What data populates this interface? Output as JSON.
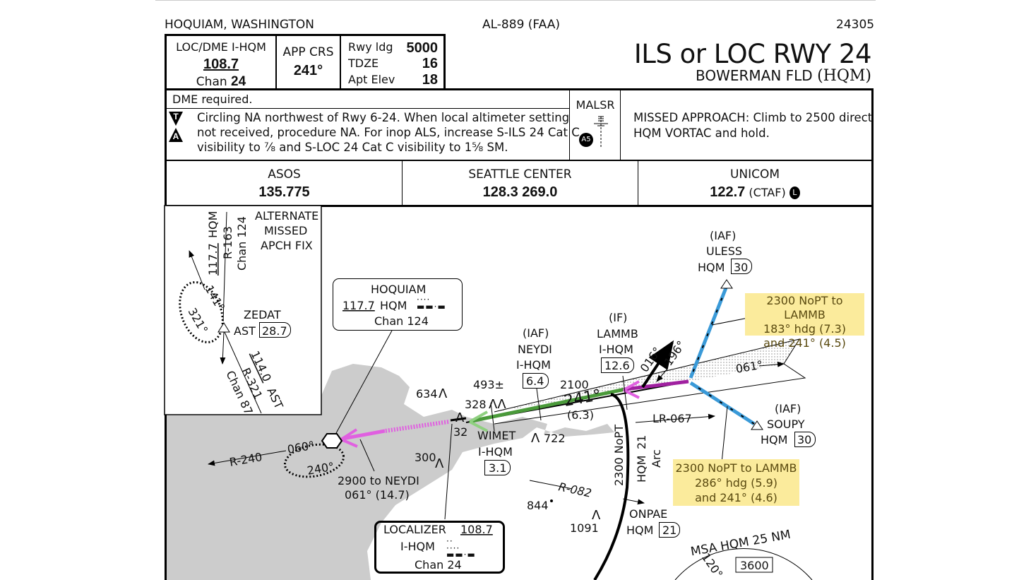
{
  "header": {
    "location": "HOQUIAM, WASHINGTON",
    "chart_id": "AL-889 (FAA)",
    "cycle": "24305",
    "title": "ILS or LOC RWY 24",
    "airport": "BOWERMAN FLD",
    "airport_id": "(HQM)"
  },
  "briefing": {
    "loc_label": "LOC/DME  I-HQM",
    "loc_freq": "108.7",
    "chan_label": "Chan",
    "chan_value": "24",
    "app_crs_label": "APP CRS",
    "app_crs_value": "241°",
    "rwy_ldg_label": "Rwy ldg",
    "rwy_ldg_value": "5000",
    "tdze_label": "TDZE",
    "tdze_value": "16",
    "apt_elev_label": "Apt Elev",
    "apt_elev_value": "18"
  },
  "notes": {
    "dme": "DME required.",
    "line1": "Circling NA northwest of Rwy 6-24.  When local altimeter setting",
    "line2": "not received, procedure NA.  For inop ALS, increase S-ILS 24 Cat C",
    "line3": "visibility to ⅞ and S-LOC 24 Cat C visibility to 1⅝ SM.",
    "t_symbol": "T",
    "a_symbol": "A",
    "lighting": "MALSR",
    "a5_symbol": "A5",
    "missed_line1": "MISSED APPROACH: Climb to 2500 direct",
    "missed_line2": "HQM VORTAC and hold."
  },
  "comms": [
    {
      "name": "ASOS",
      "freq": "135.775",
      "extra": ""
    },
    {
      "name": "SEATTLE CENTER",
      "freq": "128.3  269.0",
      "extra": ""
    },
    {
      "name": "UNICOM",
      "freq": "122.7",
      "extra": "(CTAF)",
      "badge": "L"
    }
  ],
  "inset": {
    "title1": "ALTERNATE",
    "title2": "MISSED",
    "title3": "APCH FIX",
    "hqm_freq": "117.7",
    "hqm_id": "HQM",
    "r163": "R-163",
    "chan124": "Chan 124",
    "hold_out": "141°",
    "hold_in": "321°",
    "fix": "ZEDAT",
    "fix_nav": "AST",
    "fix_dme": "28.7",
    "ast_freq": "114.0",
    "ast_id": "AST",
    "r321": "R-321",
    "chan87": "Chan 87"
  },
  "plan": {
    "vortac_box": {
      "name": "HOQUIAM",
      "freq": "117.7",
      "id": "HQM",
      "chan": "Chan 124"
    },
    "loc_box": {
      "name": "LOCALIZER",
      "freq": "108.7",
      "id": "I-HQM",
      "chan": "Chan 24"
    },
    "uless": {
      "type": "(IAF)",
      "name": "ULESS",
      "nav": "HQM",
      "dme": "30"
    },
    "soupy": {
      "type": "(IAF)",
      "name": "SOUPY",
      "nav": "HQM",
      "dme": "30"
    },
    "neydi": {
      "type": "(IAF)",
      "name": "NEYDI",
      "nav": "I-HQM",
      "dme": "6.4"
    },
    "lammb": {
      "type": "(IF)",
      "name": "LAMMB",
      "nav": "I-HQM",
      "dme": "12.6"
    },
    "wimet": {
      "name": "WIMET",
      "nav": "I-HQM",
      "dme": "3.1"
    },
    "onpae": {
      "name": "ONPAE",
      "nav": "HQM",
      "dme": "21"
    },
    "note_uless": [
      "2300 NoPT to LAMMB",
      "183° hdg (7.3)",
      "and 241° (4.5)"
    ],
    "note_soupy": [
      "2300 NoPT to LAMMB",
      "286° hdg (5.9)",
      "and 241° (4.6)"
    ],
    "final_alt": "2100",
    "final_crs": "241°",
    "final_dist": "(6.3)",
    "loc_back": "061°",
    "turn_016": "016°",
    "turn_196": "196°",
    "lr067": "LR-067",
    "r082": "R-082",
    "r240": "R-240",
    "hold_060": "060°",
    "hold_240": "240°",
    "arc_alt": "2300 NoPT",
    "arc_nav": "HQM",
    "arc_dme": "21",
    "arc_label": "Arc",
    "miss_note1": "2900 to NEYDI",
    "miss_note2": "061° (14.7)",
    "rwy_num": "32",
    "obstacles": [
      "634",
      "493±",
      "328",
      "300",
      "722",
      "844",
      "1091"
    ],
    "msa_title": "MSA HQM 25 NM",
    "msa_alt": "3600",
    "msa_sector": "120°"
  },
  "colors": {
    "land": "#cccccc",
    "magenta": "#e060e0",
    "green": "#4a9a3a",
    "blue": "#3a9ad8",
    "note_bg": "#fbeb9c",
    "note_text": "#5a4a10"
  }
}
